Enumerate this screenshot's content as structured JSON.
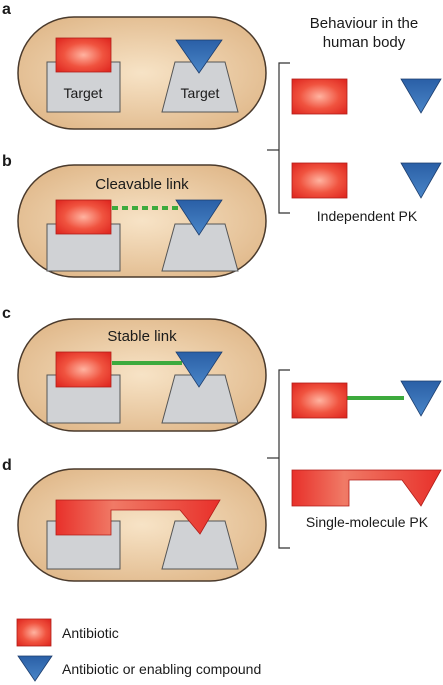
{
  "header": {
    "line1": "Behaviour in the",
    "line2": "human body"
  },
  "panels": {
    "a": {
      "letter": "a",
      "target_left": "Target",
      "target_right": "Target"
    },
    "b": {
      "letter": "b",
      "link_label": "Cleavable link"
    },
    "c": {
      "letter": "c",
      "link_label": "Stable link"
    },
    "d": {
      "letter": "d"
    }
  },
  "right_labels": {
    "independent": "Independent PK",
    "single": "Single-molecule PK"
  },
  "legend": {
    "antibiotic": "Antibiotic",
    "enabling": "Antibiotic or enabling compound"
  },
  "colors": {
    "cell_fill": "#e8c49a",
    "cell_stroke": "#5a4a3a",
    "target_fill": "#d0d2d5",
    "antibiotic_red": "#e8322a",
    "triangle_blue": "#2f63a8",
    "link_green": "#3daa3d"
  }
}
